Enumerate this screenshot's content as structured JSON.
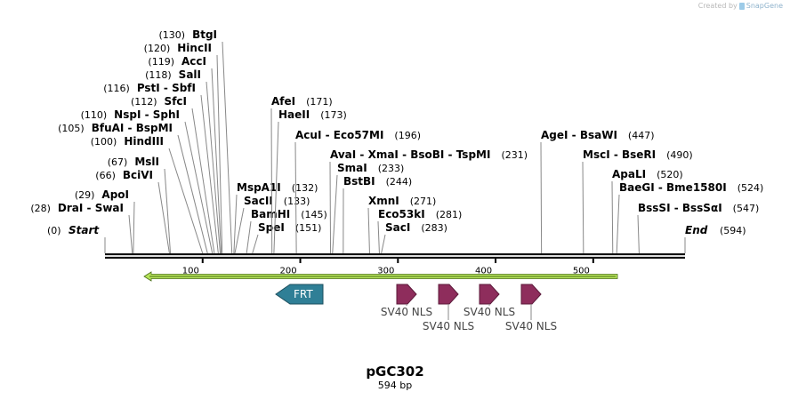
{
  "brand": {
    "created_by": "Created by",
    "name": "SnapGene"
  },
  "plasmid": {
    "name": "pGC302",
    "size_label": "594 bp",
    "length": 594
  },
  "ends": {
    "start": {
      "pos": "(0)",
      "label": "Start"
    },
    "end": {
      "label": "End",
      "pos": "(594)"
    }
  },
  "ruler": {
    "ticks": [
      100,
      200,
      300,
      400,
      500
    ]
  },
  "sites": [
    {
      "bp": 130,
      "text": "BtgI",
      "pos": "(130)"
    },
    {
      "bp": 120,
      "text": "HincII",
      "pos": "(120)"
    },
    {
      "bp": 119,
      "text": "AccI",
      "pos": "(119)"
    },
    {
      "bp": 118,
      "text": "SalI",
      "pos": "(118)"
    },
    {
      "bp": 116,
      "text": "PstI  -  SbfI",
      "pos": "(116)"
    },
    {
      "bp": 112,
      "text": "SfcI",
      "pos": "(112)"
    },
    {
      "bp": 110,
      "text": "NspI  -  SphI",
      "pos": "(110)"
    },
    {
      "bp": 105,
      "text": "BfuAI  -  BspMI",
      "pos": "(105)"
    },
    {
      "bp": 100,
      "text": "HindIII",
      "pos": "(100)"
    },
    {
      "bp": 67,
      "text": "MslI",
      "pos": "(67)"
    },
    {
      "bp": 66,
      "text": "BciVI",
      "pos": "(66)"
    },
    {
      "bp": 29,
      "text": "ApoI",
      "pos": "(29)"
    },
    {
      "bp": 28,
      "text": "DraI  -  SwaI",
      "pos": "(28)"
    },
    {
      "bp": 132,
      "text": "MspA1I",
      "pos": "(132)"
    },
    {
      "bp": 133,
      "text": "SacII",
      "pos": "(133)"
    },
    {
      "bp": 145,
      "text": "BamHI",
      "pos": "(145)"
    },
    {
      "bp": 151,
      "text": "SpeI",
      "pos": "(151)"
    },
    {
      "bp": 171,
      "text": "AfeI",
      "pos": "(171)"
    },
    {
      "bp": 173,
      "text": "HaeII",
      "pos": "(173)"
    },
    {
      "bp": 196,
      "text": "AcuI  -  Eco57MI",
      "pos": "(196)"
    },
    {
      "bp": 231,
      "text": "AvaI  -  XmaI  -  BsoBI  -  TspMI",
      "pos": "(231)"
    },
    {
      "bp": 233,
      "text": "SmaI",
      "pos": "(233)"
    },
    {
      "bp": 244,
      "text": "BstBI",
      "pos": "(244)"
    },
    {
      "bp": 271,
      "text": "XmnI",
      "pos": "(271)"
    },
    {
      "bp": 281,
      "text": "Eco53kI",
      "pos": "(281)"
    },
    {
      "bp": 283,
      "text": "SacI",
      "pos": "(283)"
    },
    {
      "bp": 447,
      "text": "AgeI  -  BsaWI",
      "pos": "(447)"
    },
    {
      "bp": 490,
      "text": "MscI  -  BseRI",
      "pos": "(490)"
    },
    {
      "bp": 520,
      "text": "ApaLI",
      "pos": "(520)"
    },
    {
      "bp": 524,
      "text": "BaeGI  -  Bme1580I",
      "pos": "(524)"
    },
    {
      "bp": 547,
      "text": "BssSI  -  BssSαI",
      "pos": "(547)"
    }
  ],
  "features": [
    {
      "label": "",
      "type": "long-arrow-left",
      "color": "#b5e35a"
    },
    {
      "label": "FRT",
      "type": "arrow-left",
      "color": "#2f7f96"
    },
    {
      "label": "SV40 NLS",
      "type": "arrow-right",
      "color": "#8e2d5c"
    },
    {
      "label": "SV40 NLS",
      "type": "arrow-right",
      "color": "#8e2d5c"
    },
    {
      "label": "SV40 NLS",
      "type": "arrow-right",
      "color": "#8e2d5c"
    },
    {
      "label": "SV40 NLS",
      "type": "arrow-right",
      "color": "#8e2d5c"
    }
  ]
}
